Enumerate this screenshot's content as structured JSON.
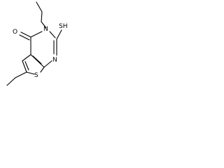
{
  "structure": {
    "atoms": [
      {
        "label": "O"
      },
      {
        "label": "N"
      },
      {
        "label": "SH"
      },
      {
        "label": "N"
      },
      {
        "label": "S"
      }
    ]
  }
}
